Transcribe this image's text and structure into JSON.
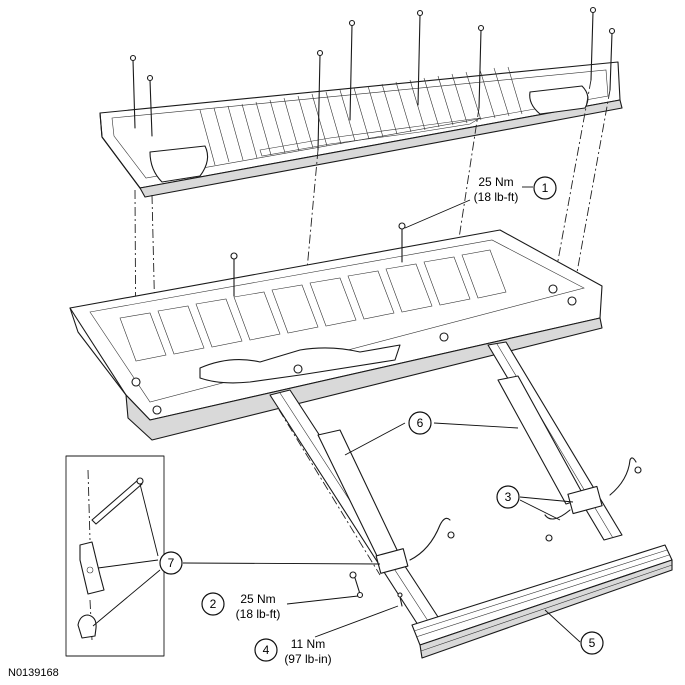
{
  "figure_id": "N0139168",
  "callouts": [
    {
      "id": "1",
      "number": "1",
      "torque_nm": "25 Nm",
      "torque_imperial": "(18 lb-ft)"
    },
    {
      "id": "2",
      "number": "2",
      "torque_nm": "25 Nm",
      "torque_imperial": "(18 lb-ft)"
    },
    {
      "id": "3",
      "number": "3"
    },
    {
      "id": "4",
      "number": "4",
      "torque_nm": "11 Nm",
      "torque_imperial": "(97 lb-in)"
    },
    {
      "id": "5",
      "number": "5"
    },
    {
      "id": "6",
      "number": "6"
    },
    {
      "id": "7",
      "number": "7"
    }
  ]
}
